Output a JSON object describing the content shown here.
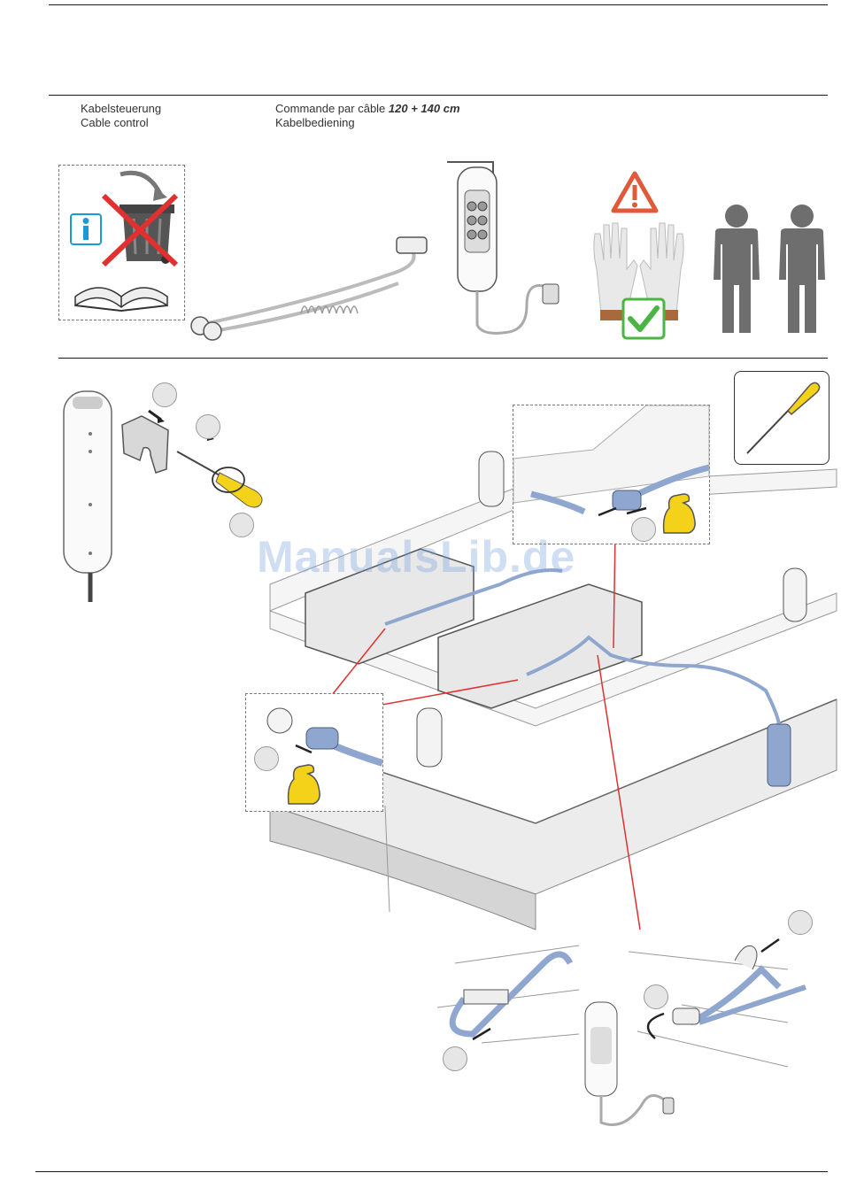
{
  "header": {
    "label_de": "Kabelsteuerung",
    "label_en": "Cable control",
    "label_fr_prefix": "Commande par câble ",
    "label_fr_size": "120 + 140 cm",
    "label_nl": "Kabelbediening"
  },
  "watermark": "ManualsLib.de",
  "icons": {
    "info": "info-icon",
    "warning": "warning-icon",
    "check": "check-icon",
    "no_trash": "no-trash-icon",
    "screwdriver": "screwdriver-icon",
    "person": "person-icon",
    "strength": "strength-icon"
  },
  "colors": {
    "cable": "#8fa6cf",
    "accent_red": "#e03030",
    "warning_red": "#e05a3a",
    "info_blue": "#1a9ad6",
    "check_green": "#4bb543",
    "yellow": "#f5d21a",
    "person_grey": "#6e6e6e"
  }
}
